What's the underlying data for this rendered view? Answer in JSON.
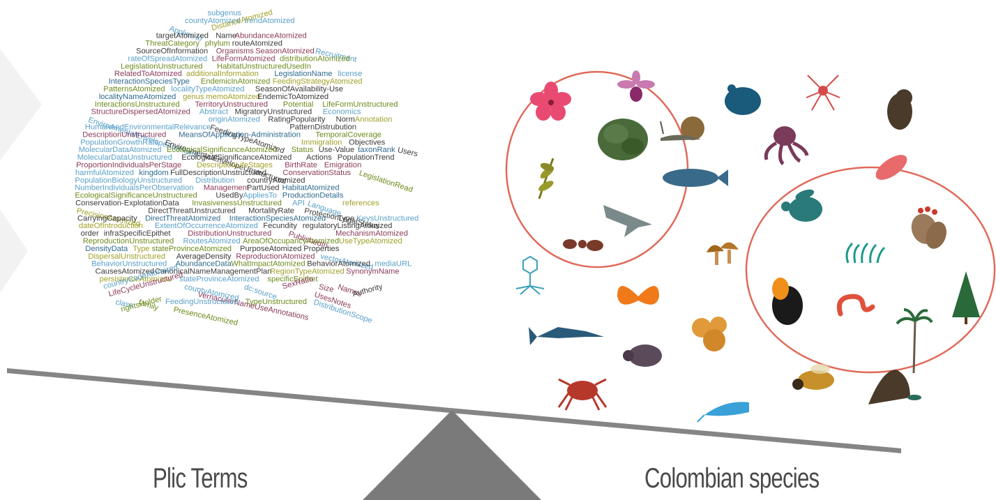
{
  "captions": {
    "left": "Plic Terms",
    "right": "Colombian species"
  },
  "colors": {
    "beam": "#808080",
    "fulcrum": "#7a7a7a",
    "circle": "#e06a5a",
    "word_palette": [
      "#2e6a8e",
      "#5aa0c8",
      "#6c8a1c",
      "#a0a028",
      "#8a3a5a",
      "#3a3a3a"
    ]
  },
  "word_cloud": [
    {
      "text": "subgenus",
      "c": 1
    },
    {
      "text": "countyAtomized",
      "c": 1
    },
    {
      "text": "trendAtomized",
      "c": 1
    },
    {
      "text": "Applies to",
      "c": 1
    },
    {
      "text": "DistanceAtomized",
      "c": 3
    },
    {
      "text": "targetAtomized",
      "c": 5
    },
    {
      "text": "Name",
      "c": 5
    },
    {
      "text": "AbundanceAtomized",
      "c": 4
    },
    {
      "text": "ThreatCategory",
      "c": 2
    },
    {
      "text": "phylum",
      "c": 2
    },
    {
      "text": "routeAtomized",
      "c": 5
    },
    {
      "text": "SourceOfInformation",
      "c": 5
    },
    {
      "text": "Organisms",
      "c": 4
    },
    {
      "text": "SeasonAtomized",
      "c": 4
    },
    {
      "text": "Recruitment",
      "c": 1
    },
    {
      "text": "rateOfSpreadAtomized",
      "c": 1
    },
    {
      "text": "LifeFormAtomized",
      "c": 4
    },
    {
      "text": "distributionAtomized",
      "c": 2
    },
    {
      "text": "LegislationUnstructured",
      "c": 2
    },
    {
      "text": "HabitatUnstructuredUsedIn",
      "c": 2
    },
    {
      "text": "RelatedToAtomized",
      "c": 4
    },
    {
      "text": "additionalInformation",
      "c": 3
    },
    {
      "text": "LegislationName",
      "c": 0
    },
    {
      "text": "license",
      "c": 1
    },
    {
      "text": "InteractionSpeciesType",
      "c": 0
    },
    {
      "text": "EndemicInAtomized",
      "c": 2
    },
    {
      "text": "FeedingStrategyAtomized",
      "c": 3
    },
    {
      "text": "PatternsAtomized",
      "c": 2
    },
    {
      "text": "localityTypeAtomized",
      "c": 1
    },
    {
      "text": "SeasonOfAvailability-Use",
      "c": 5
    },
    {
      "text": "localityNameAtomized",
      "c": 0
    },
    {
      "text": "genus",
      "c": 3
    },
    {
      "text": "memoAtomized",
      "c": 3
    },
    {
      "text": "EndemicToAtomized",
      "c": 5
    },
    {
      "text": "InteractionsUnstructured",
      "c": 2
    },
    {
      "text": "TerritoryUnstructured",
      "c": 4
    },
    {
      "text": "Potential",
      "c": 2
    },
    {
      "text": "LifeFormUnstructured",
      "c": 2
    },
    {
      "text": "StructureDispersedAtomized",
      "c": 4
    },
    {
      "text": "Abstract",
      "c": 1
    },
    {
      "text": "MigratoryUnstructured",
      "c": 5
    },
    {
      "text": "Economics",
      "c": 1
    },
    {
      "text": "EnvironmentalEnvelopeAtomized",
      "c": 1
    },
    {
      "text": "originAtomized",
      "c": 1
    },
    {
      "text": "RatingPopularity",
      "c": 5
    },
    {
      "text": "Norm",
      "c": 5
    },
    {
      "text": "Annotation",
      "c": 3
    },
    {
      "text": "HumanAndEnvironmentalRelevance",
      "c": 1
    },
    {
      "text": "FeedingTypeAtomized",
      "c": 5
    },
    {
      "text": "PatternDistrubution",
      "c": 5
    },
    {
      "text": "DescriptionUnstructured",
      "c": 4
    },
    {
      "text": "MeansOfApplication-Administration",
      "c": 0
    },
    {
      "text": "TemporalCoverage",
      "c": 2
    },
    {
      "text": "PopulationGrowthRate",
      "c": 1
    },
    {
      "text": "EnvironmentalEnvelopeUnstructured",
      "c": 5
    },
    {
      "text": "Immigration",
      "c": 3
    },
    {
      "text": "Objectives",
      "c": 5
    },
    {
      "text": "MolecularDataAtomized",
      "c": 1
    },
    {
      "text": "EcologicalSignificanceAtomized",
      "c": 2
    },
    {
      "text": "Status",
      "c": 2
    },
    {
      "text": "Use-Value",
      "c": 5
    },
    {
      "text": "taxonRank",
      "c": 0
    },
    {
      "text": "Users",
      "c": 5
    },
    {
      "text": "MolecularDataUnstructured",
      "c": 1
    },
    {
      "text": "EcologicalSignificanceAtomized",
      "c": 5
    },
    {
      "text": "Actions",
      "c": 5
    },
    {
      "text": "PopulationTrend",
      "c": 5
    },
    {
      "text": "ProportionIndividualsPerStage",
      "c": 4
    },
    {
      "text": "DescriptionLifeStages",
      "c": 3
    },
    {
      "text": "BirthRate",
      "c": 4
    },
    {
      "text": "Emigration",
      "c": 4
    },
    {
      "text": "harmfulAtomized",
      "c": 1
    },
    {
      "text": "kingdom",
      "c": 0
    },
    {
      "text": "FullDescriptionUnstructured",
      "c": 5
    },
    {
      "text": "ConservationStatus",
      "c": 4
    },
    {
      "text": "LegislationRead",
      "c": 2
    },
    {
      "text": "PopulationBiologyUnstructured",
      "c": 1
    },
    {
      "text": "Distribution",
      "c": 1
    },
    {
      "text": "countryAtomized",
      "c": 5
    },
    {
      "text": "NumberIndividualsPerObservation",
      "c": 1
    },
    {
      "text": "Management",
      "c": 4
    },
    {
      "text": "PartUsed",
      "c": 5
    },
    {
      "text": "HabitatAtomized",
      "c": 0
    },
    {
      "text": "EcologicalSignificanceUnstructured",
      "c": 2
    },
    {
      "text": "UsedBy",
      "c": 5
    },
    {
      "text": "AppliesTo",
      "c": 1
    },
    {
      "text": "ProductionDetails",
      "c": 0
    },
    {
      "text": "Conservation-ExplotationData",
      "c": 5
    },
    {
      "text": "InvasivenessUnstructured",
      "c": 2
    },
    {
      "text": "API",
      "c": 1
    },
    {
      "text": "Language",
      "c": 1
    },
    {
      "text": "references",
      "c": 3
    },
    {
      "text": "PrecisionAtomized",
      "c": 3
    },
    {
      "text": "DirectThreatUnstructured",
      "c": 5
    },
    {
      "text": "MortalityRate",
      "c": 5
    },
    {
      "text": "ProtectionLegalStatus",
      "c": 5
    },
    {
      "text": "CarryingCapacity",
      "c": 5
    },
    {
      "text": "DirectThreatAtomized",
      "c": 0
    },
    {
      "text": "InteractionSpeciesAtomized",
      "c": 0
    },
    {
      "text": "Type",
      "c": 5
    },
    {
      "text": "KeysUnstructured",
      "c": 1
    },
    {
      "text": "dateOfIntroduction",
      "c": 3
    },
    {
      "text": "ExtentOfOccurrenceAtomized",
      "c": 1
    },
    {
      "text": "Fecundity",
      "c": 5
    },
    {
      "text": "regulatoryListingAtomized",
      "c": 5
    },
    {
      "text": "order",
      "c": 5
    },
    {
      "text": "infraSpecificEpithet",
      "c": 5
    },
    {
      "text": "DistributionUnstructured",
      "c": 4
    },
    {
      "text": "PublishedIn",
      "c": 4
    },
    {
      "text": "MechanismAtomized",
      "c": 4
    },
    {
      "text": "ReproductionUnstructured",
      "c": 2
    },
    {
      "text": "RoutesAtomized",
      "c": 1
    },
    {
      "text": "AreaOfOccupancyAtomized",
      "c": 2
    },
    {
      "text": "UseTypeAtomized",
      "c": 3
    },
    {
      "text": "DensityData",
      "c": 0
    },
    {
      "text": "Type",
      "c": 3
    },
    {
      "text": "stateProvinceAtomized",
      "c": 2
    },
    {
      "text": "PurposeAtomized",
      "c": 5
    },
    {
      "text": "Properties",
      "c": 5
    },
    {
      "text": "DispersalUnstructured",
      "c": 3
    },
    {
      "text": "AverageDensity",
      "c": 5
    },
    {
      "text": "ReproductionAtomized",
      "c": 4
    },
    {
      "text": "vectorAtomized",
      "c": 1
    },
    {
      "text": "BehaviorUnstructured",
      "c": 1
    },
    {
      "text": "AbundanceData",
      "c": 0
    },
    {
      "text": "WhatImpactAtomized",
      "c": 2
    },
    {
      "text": "BehaviorAtomized",
      "c": 5
    },
    {
      "text": "mediaURL",
      "c": 1
    },
    {
      "text": "CausesAtomized",
      "c": 5
    },
    {
      "text": "CanonicalName",
      "c": 5
    },
    {
      "text": "ManagementPlan",
      "c": 5
    },
    {
      "text": "RegionTypeAtomized",
      "c": 3
    },
    {
      "text": "SynonymName",
      "c": 4
    },
    {
      "text": "persistenceAtomized",
      "c": 3
    },
    {
      "text": "stateProvinceAtomized",
      "c": 1
    },
    {
      "text": "specificEpithet",
      "c": 2
    },
    {
      "text": "countryCodeAtomized",
      "c": 1
    },
    {
      "text": "countyAtomized",
      "c": 1
    },
    {
      "text": "dc:source",
      "c": 1
    },
    {
      "text": "SexRatio",
      "c": 4
    },
    {
      "text": "Size",
      "c": 4
    },
    {
      "text": "Names",
      "c": 4
    },
    {
      "text": "LifeCycleUnstructured",
      "c": 4
    },
    {
      "text": "VernacularNameUseAnnotations",
      "c": 4
    },
    {
      "text": "UsesNotes",
      "c": 4
    },
    {
      "text": "Authority",
      "c": 5
    },
    {
      "text": "class",
      "c": 1
    },
    {
      "text": "family",
      "c": 2
    },
    {
      "text": "FeedingUnstructured",
      "c": 1
    },
    {
      "text": "TypeUnstructured",
      "c": 2
    },
    {
      "text": "DistributionScope",
      "c": 1
    },
    {
      "text": "rightsHolder",
      "c": 2
    },
    {
      "text": "PresenceAtomized",
      "c": 2
    }
  ],
  "species_groups": {
    "circle_left": [
      "flower-icon",
      "orchid-icon",
      "snail-icon",
      "moss-icon",
      "fern-icon",
      "coelacanth-icon",
      "shark-icon",
      "ant-icon"
    ],
    "circle_right": [
      "turtle-icon",
      "coffee-plant-icon",
      "seagrass-icon",
      "pine-tree-icon",
      "cock-of-the-rock-icon",
      "worm-icon",
      "palm-tree-icon"
    ],
    "outside": [
      "frog-icon",
      "spider-icon",
      "monkey-icon",
      "octopus-icon",
      "paramecium-icon",
      "mushroom-icon",
      "virus-icon",
      "butterfly-icon",
      "marlin-icon",
      "coral-icon",
      "beetle-icon",
      "bee-icon",
      "crab-icon",
      "catfish-icon",
      "duck-icon"
    ]
  }
}
